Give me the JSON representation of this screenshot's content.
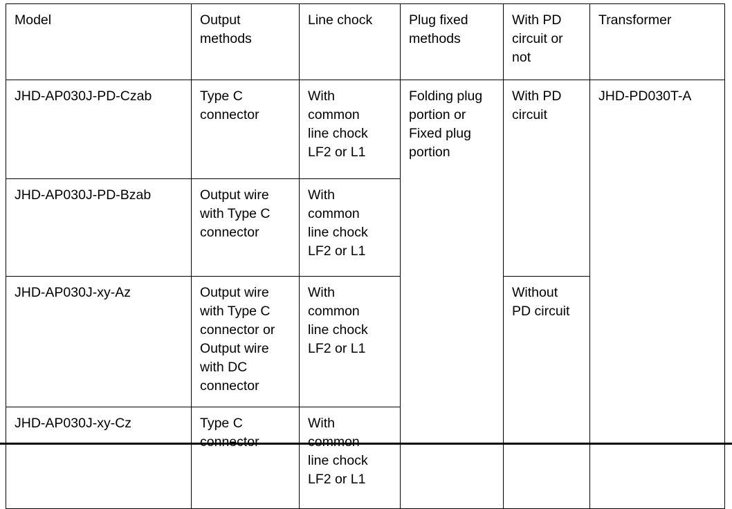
{
  "table": {
    "columns": [
      {
        "key": "model",
        "header": "Model"
      },
      {
        "key": "output",
        "header": "Output\nmethods"
      },
      {
        "key": "chock",
        "header": "Line chock"
      },
      {
        "key": "plug",
        "header": "Plug fixed\nmethods"
      },
      {
        "key": "pd",
        "header": "With PD\ncircuit or\nnot"
      },
      {
        "key": "transformer",
        "header": "Transformer"
      }
    ],
    "rows": [
      {
        "model": "JHD-AP030J-PD-Czab",
        "output": "Type C\nconnector",
        "chock": "With\ncommon\nline chock\nLF2 or L1"
      },
      {
        "model": "JHD-AP030J-PD-Bzab",
        "output": "Output wire\nwith Type C\nconnector",
        "chock": "With\ncommon\nline chock\nLF2 or L1"
      },
      {
        "model": "JHD-AP030J-xy-Az",
        "output": "Output wire\nwith Type C\nconnector or\nOutput wire\nwith DC\nconnector",
        "chock": "With\ncommon\nline chock\nLF2 or L1"
      },
      {
        "model": "JHD-AP030J-xy-Cz",
        "output": "Type C\nconnector",
        "chock": "With\ncommon\nline chock\nLF2 or L1"
      }
    ],
    "merged": {
      "plug_all_rows": "Folding plug\nportion or\nFixed plug\nportion",
      "pd_rows_1_2": "With PD\ncircuit",
      "pd_rows_3_4": "Without\nPD circuit",
      "transformer_all_rows": "JHD-PD030T-A"
    }
  },
  "colors": {
    "border": "#000000",
    "text": "#000000",
    "background": "#ffffff"
  }
}
